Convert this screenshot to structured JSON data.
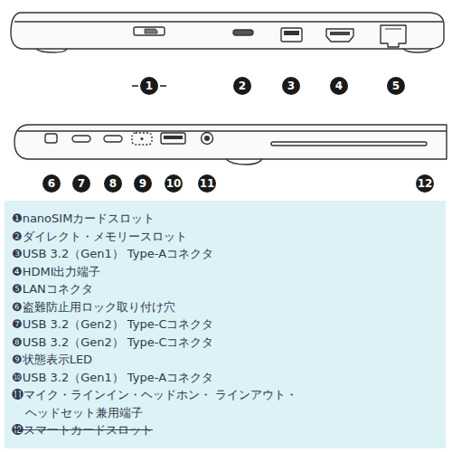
{
  "diagram": {
    "nodes": [
      {
        "text": [
          "1"
        ]
      },
      {
        "text": [
          "2"
        ]
      },
      {
        "text": [
          "3"
        ]
      },
      {
        "text": [
          "4"
        ]
      },
      {
        "text": [
          "5"
        ]
      },
      {
        "text": [
          "6"
        ]
      },
      {
        "text": [
          "7"
        ]
      },
      {
        "text": [
          "8"
        ]
      },
      {
        "text": [
          "9"
        ]
      },
      {
        "text": [
          "10"
        ]
      },
      {
        "text": [
          "11"
        ]
      },
      {
        "text": [
          "12"
        ]
      },
      {
        "text": [
          "❶nanoSIMカードスロット",
          "❷ダイレクト・メモリースロット",
          "❸USB 3.2（Gen1） Type-Aコネクタ",
          "❹HDMI出力端子",
          "❺LANコネクタ",
          "❻盗難防止用ロック取り付け穴",
          "❼USB 3.2（Gen2） Type-Cコネクタ",
          "❽USB 3.2（Gen2） Type-Cコネクタ",
          "❾状態表示LED",
          "❿USB 3.2（Gen1） Type-Aコネクタ",
          "⓫マイク・ラインイン・ヘッドホン・ ラインアウト・ヘッドセット兼用端子",
          "⓬スマートカードスロット"
        ]
      }
    ]
  }
}
